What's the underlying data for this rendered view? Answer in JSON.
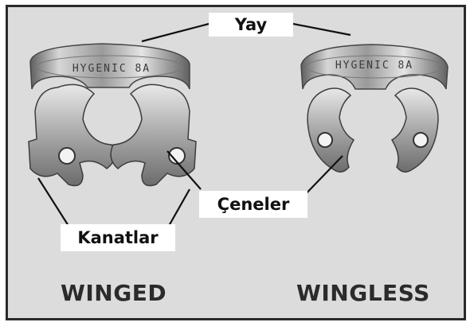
{
  "labels": {
    "spring": "Yay",
    "jaws": "Çeneler",
    "wings": "Kanatlar"
  },
  "engraving": {
    "left": "HYGENIC 8A",
    "right": "HYGENIC 8A"
  },
  "captions": {
    "left": "WINGED",
    "right": "WINGLESS"
  },
  "colors": {
    "panel": "#dcdcdc",
    "border": "#2a2a2a",
    "metal": "#b9b9b9",
    "metal_dark": "#6a6a6a",
    "label_bg": "#ffffff"
  }
}
